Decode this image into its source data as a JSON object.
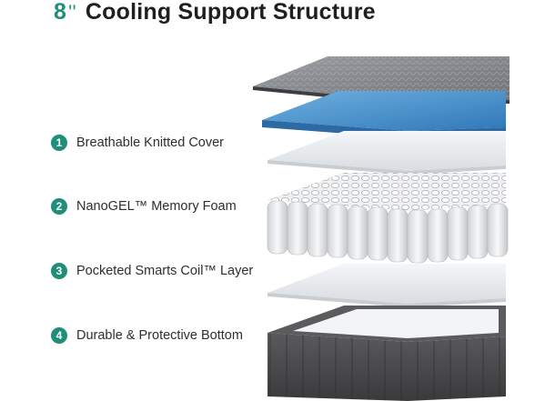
{
  "title": {
    "number": "8",
    "unit_mark": "''",
    "text": "Cooling Support Structure"
  },
  "layers": [
    {
      "number": "1",
      "label": "Breathable Knitted Cover"
    },
    {
      "number": "2",
      "label": "NanoGEL™ Memory Foam"
    },
    {
      "number": "3",
      "label": "Pocketed Smarts Coil™ Layer"
    },
    {
      "number": "4",
      "label": "Durable & Protective Bottom"
    }
  ],
  "colors": {
    "accent": "#1f8f7a",
    "gel_blue": "#4a93cf",
    "cover_gray": "#8a8e93",
    "base_dark": "#4a4a4c"
  }
}
